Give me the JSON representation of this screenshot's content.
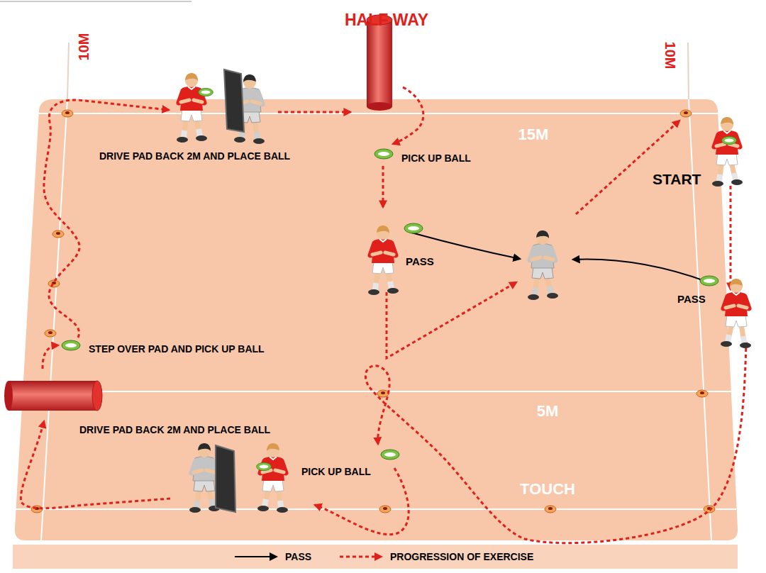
{
  "diagram": {
    "labels": [
      "HALF WAY",
      "10M",
      "10M",
      "15M",
      "DRIVE PAD BACK 2M AND PLACE BALL",
      "PICK UP BALL",
      "START",
      "PASS",
      "PASS",
      "STEP OVER PAD AND PICK UP BALL",
      "5M",
      "DRIVE PAD BACK 2M AND PLACE BALL",
      "PICK UP BALL",
      "TOUCH"
    ],
    "legend": [
      {
        "text": "PASS"
      },
      {
        "text": "PROGRESSION OF EXERCISE"
      }
    ]
  }
}
